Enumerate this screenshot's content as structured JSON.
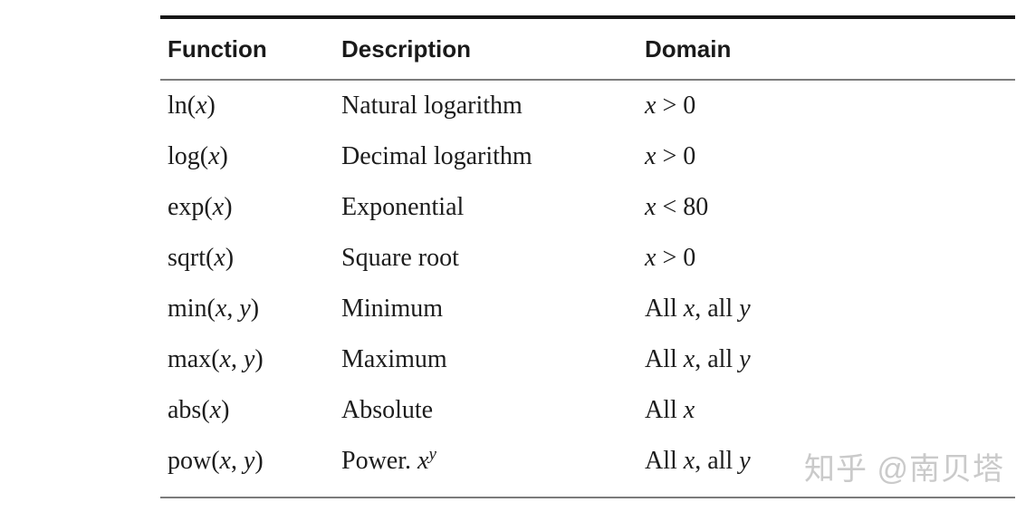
{
  "colors": {
    "top_border": "#161616",
    "rule_lines": "#7c7c7c",
    "text": "#1c1c1c",
    "watermark": "#cacaca"
  },
  "watermark": {
    "text": "知乎 @南贝塔"
  },
  "table": {
    "headers": [
      "Function",
      "Description",
      "Domain"
    ],
    "rows": [
      {
        "function": [
          {
            "t": "ln("
          },
          {
            "t": "x",
            "i": true
          },
          {
            "t": ")"
          }
        ],
        "description": [
          {
            "t": "Natural logarithm"
          }
        ],
        "domain": [
          {
            "t": "x",
            "i": true
          },
          {
            "t": " > 0"
          }
        ]
      },
      {
        "function": [
          {
            "t": "log("
          },
          {
            "t": "x",
            "i": true
          },
          {
            "t": ")"
          }
        ],
        "description": [
          {
            "t": "Decimal logarithm"
          }
        ],
        "domain": [
          {
            "t": "x",
            "i": true
          },
          {
            "t": " > 0"
          }
        ]
      },
      {
        "function": [
          {
            "t": "exp("
          },
          {
            "t": "x",
            "i": true
          },
          {
            "t": ")"
          }
        ],
        "description": [
          {
            "t": "Exponential"
          }
        ],
        "domain": [
          {
            "t": "x",
            "i": true
          },
          {
            "t": " < 80"
          }
        ]
      },
      {
        "function": [
          {
            "t": "sqrt("
          },
          {
            "t": "x",
            "i": true
          },
          {
            "t": ")"
          }
        ],
        "description": [
          {
            "t": "Square root"
          }
        ],
        "domain": [
          {
            "t": "x",
            "i": true
          },
          {
            "t": " > 0"
          }
        ]
      },
      {
        "function": [
          {
            "t": "min("
          },
          {
            "t": "x",
            "i": true
          },
          {
            "t": ", "
          },
          {
            "t": "y",
            "i": true
          },
          {
            "t": ")"
          }
        ],
        "description": [
          {
            "t": "Minimum"
          }
        ],
        "domain": [
          {
            "t": "All "
          },
          {
            "t": "x",
            "i": true
          },
          {
            "t": ", all "
          },
          {
            "t": "y",
            "i": true
          }
        ]
      },
      {
        "function": [
          {
            "t": "max("
          },
          {
            "t": "x",
            "i": true
          },
          {
            "t": ", "
          },
          {
            "t": "y",
            "i": true
          },
          {
            "t": ")"
          }
        ],
        "description": [
          {
            "t": "Maximum"
          }
        ],
        "domain": [
          {
            "t": "All "
          },
          {
            "t": "x",
            "i": true
          },
          {
            "t": ", all "
          },
          {
            "t": "y",
            "i": true
          }
        ]
      },
      {
        "function": [
          {
            "t": "abs("
          },
          {
            "t": "x",
            "i": true
          },
          {
            "t": ")"
          }
        ],
        "description": [
          {
            "t": "Absolute"
          }
        ],
        "domain": [
          {
            "t": "All "
          },
          {
            "t": "x",
            "i": true
          }
        ]
      },
      {
        "function": [
          {
            "t": "pow("
          },
          {
            "t": "x",
            "i": true
          },
          {
            "t": ", "
          },
          {
            "t": "y",
            "i": true
          },
          {
            "t": ")"
          }
        ],
        "description": [
          {
            "t": "Power. "
          },
          {
            "t": "x",
            "i": true
          },
          {
            "t": "y",
            "i": true,
            "s": true
          }
        ],
        "domain": [
          {
            "t": "All "
          },
          {
            "t": "x",
            "i": true
          },
          {
            "t": ", all "
          },
          {
            "t": "y",
            "i": true
          }
        ]
      }
    ]
  }
}
